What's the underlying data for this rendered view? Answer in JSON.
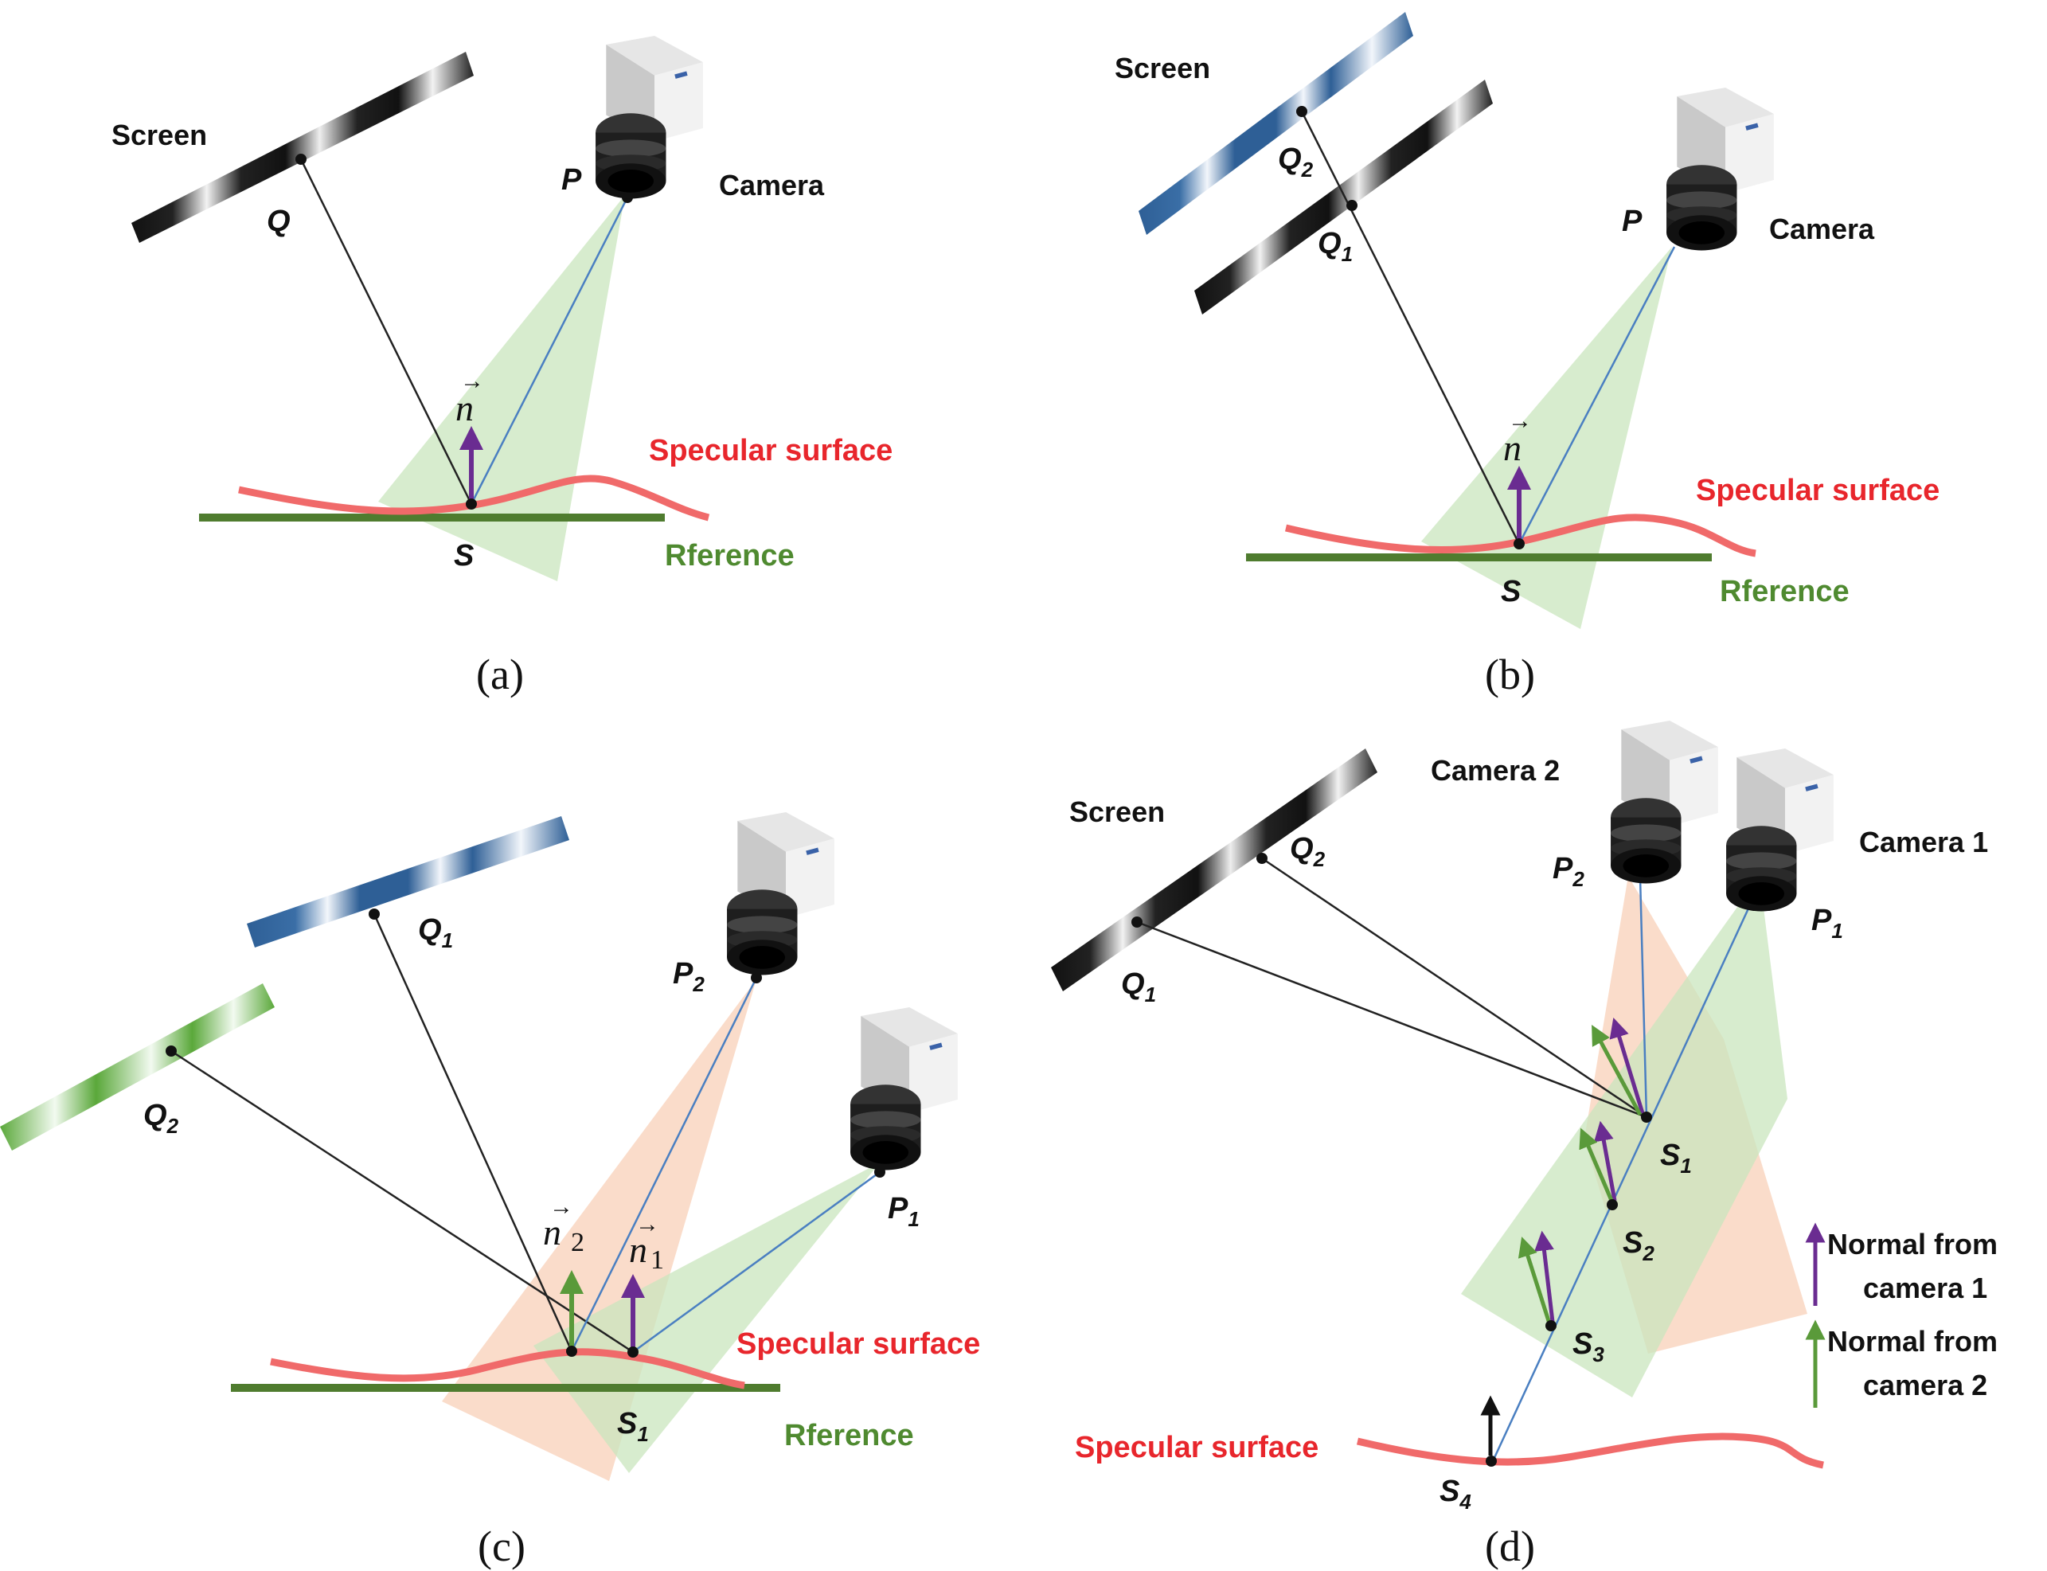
{
  "colors": {
    "surface": "#f06a6a",
    "surface_label": "#e8262c",
    "reference": "#4f7c2f",
    "reference_label": "#4f8a30",
    "camera1_normal": "#6a2c91",
    "camera2_normal": "#5a9a3a",
    "view_cone_green": "#c9e6bd",
    "view_cone_orange": "#f8cdb4",
    "ray_camera": "#4a7fc1",
    "ray_screen": "#222222",
    "screen_dark": "#1a1a1a",
    "screen_blue": "#2e5f96",
    "screen_green": "#5aa83a"
  },
  "icons": {
    "camera": "camera-icon",
    "point": "dot-marker"
  },
  "panel_a": {
    "caption": "(a)",
    "screen": "Screen",
    "camera": "Camera",
    "Q": "Q",
    "P": "P",
    "S": "S",
    "n": "n",
    "surface": "Specular surface",
    "reference": "Rference"
  },
  "panel_b": {
    "caption": "(b)",
    "screen": "Screen",
    "camera": "Camera",
    "Q1": "Q",
    "Q1_sub": "1",
    "Q2": "Q",
    "Q2_sub": "2",
    "P": "P",
    "S": "S",
    "n": "n",
    "surface": "Specular surface",
    "reference": "Rference"
  },
  "panel_c": {
    "caption": "(c)",
    "Q1": "Q",
    "Q1_sub": "1",
    "Q2": "Q",
    "Q2_sub": "2",
    "P1": "P",
    "P1_sub": "1",
    "P2": "P",
    "P2_sub": "2",
    "S1": "S",
    "S1_sub": "1",
    "n1": "n",
    "n1_sub": "1",
    "n2": "n",
    "n2_sub": "2",
    "surface": "Specular surface",
    "reference": "Rference"
  },
  "panel_d": {
    "caption": "(d)",
    "screen": "Screen",
    "camera1": "Camera 1",
    "camera2": "Camera 2",
    "Q1": "Q",
    "Q1_sub": "1",
    "Q2": "Q",
    "Q2_sub": "2",
    "P1": "P",
    "P1_sub": "1",
    "P2": "P",
    "P2_sub": "2",
    "S1": "S",
    "S1_sub": "1",
    "S2": "S",
    "S2_sub": "2",
    "S3": "S",
    "S3_sub": "3",
    "S4": "S",
    "S4_sub": "4",
    "surface": "Specular surface",
    "legend": {
      "cam1_line1": "Normal  from",
      "cam1_line2": "camera 1",
      "cam2_line1": "Normal  from",
      "cam2_line2": "camera 2"
    }
  }
}
